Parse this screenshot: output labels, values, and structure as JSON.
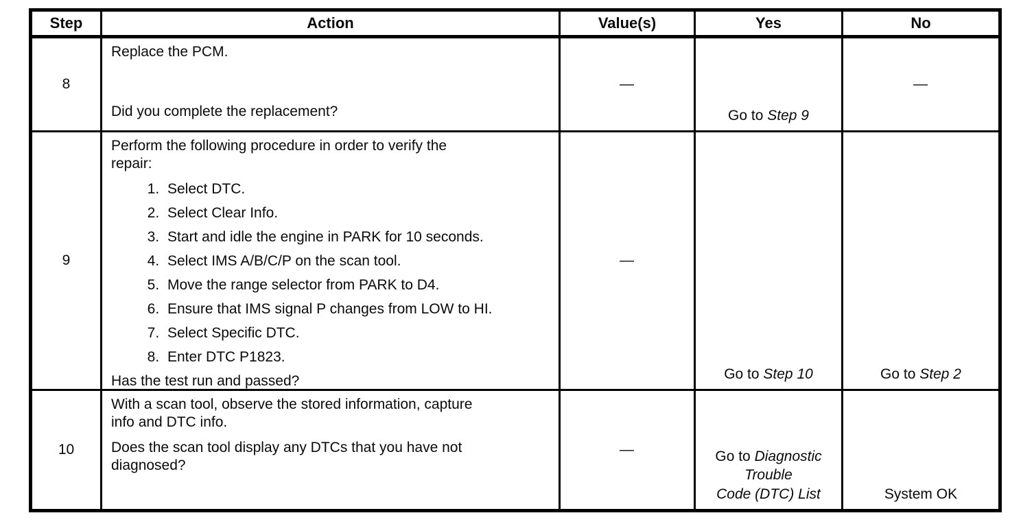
{
  "table": {
    "headers": [
      "Step",
      "Action",
      "Value(s)",
      "Yes",
      "No"
    ],
    "rows": [
      {
        "step": "8",
        "action": {
          "intro_lines": [
            "Replace the PCM."
          ],
          "question": "Did you complete the replacement?"
        },
        "value": "—",
        "yes": {
          "prefix": "Go to",
          "target": "Step 9"
        },
        "no": {
          "dash": "—"
        }
      },
      {
        "step": "9",
        "action": {
          "intro_lines": [
            "Perform the following procedure in order to verify the",
            "repair:"
          ],
          "list_items": [
            "Select DTC.",
            "Select Clear Info.",
            "Start and idle the engine in PARK for 10 seconds.",
            "Select IMS A/B/C/P on the scan tool.",
            "Move the range selector from PARK to D4.",
            "Ensure that IMS signal P changes from LOW to HI.",
            "Select Specific DTC.",
            "Enter DTC P1823."
          ],
          "question": "Has the test run and passed?"
        },
        "value": "—",
        "yes": {
          "prefix": "Go to",
          "target": "Step 10"
        },
        "no": {
          "prefix": "Go to",
          "target": "Step 2"
        }
      },
      {
        "step": "10",
        "action": {
          "paragraph1_lines": [
            "With a scan tool, observe the stored information, capture",
            "info and DTC info."
          ],
          "paragraph2_lines": [
            "Does the scan tool display any DTCs that you have not",
            "diagnosed?"
          ]
        },
        "value": "—",
        "yes": {
          "prefix": "Go to",
          "target_lines": [
            "Diagnostic",
            "Trouble",
            "Code (DTC) List"
          ]
        },
        "no": {
          "text": "System OK"
        }
      }
    ]
  }
}
